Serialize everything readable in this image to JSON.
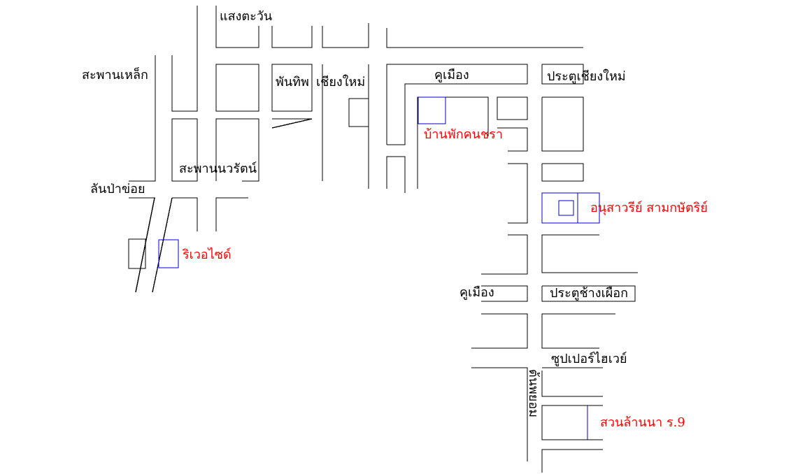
{
  "map": {
    "streets": {
      "saeng_tawan": "แสงตะวัน",
      "saphan_lek": "สะพานเหล็ก",
      "phanthip": "พันทิพ",
      "chiang_mai": "เชียงใหม่",
      "khu_mueang_north": "คูเมือง",
      "pratu_chiang_mai": "ประตูเชียงใหม่",
      "saphan_nawarat": "สะพานนวรัตน์",
      "lan_pa_khoi": "ลันป่าข่อย",
      "khu_mueang_south": "คูเมือง",
      "pratu_chang_phueak": "ประตูช้างเผือก",
      "super_highway": "ซูปเปอร์ไฮเวย์",
      "ton_phayom": "ต้นพยอม"
    },
    "places": {
      "riverside": "ริเวอไซด์",
      "ban_phak": "บ้านพักคนชรา",
      "three_kings": "อนุสาวรีย์ สามกษัตริย์",
      "suan_lanna": "สวนล้านนา ร.9"
    },
    "colors": {
      "road": "#000000",
      "place_outline": "#0000cc",
      "place_label": "#ff0000"
    }
  }
}
